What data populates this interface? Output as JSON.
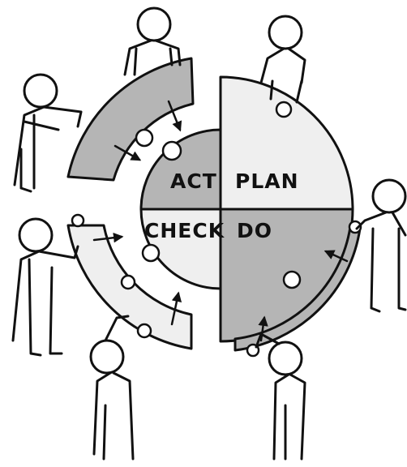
{
  "quadrants": {
    "act": "ACT",
    "plan": "PLAN",
    "check": "CHECK",
    "do": "DO"
  },
  "colors": {
    "dark_fill": "#b5b5b5",
    "light_fill": "#efefef",
    "ink": "#111111"
  },
  "icons": [
    "person-figure",
    "arrow-icon",
    "puzzle-arc"
  ]
}
